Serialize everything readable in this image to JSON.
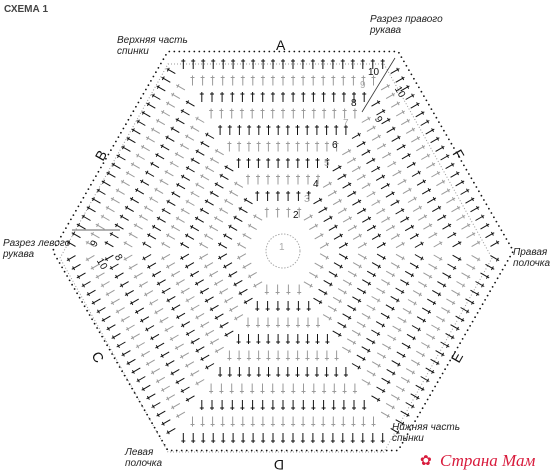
{
  "title": "СХЕМА 1",
  "edge_labels": [
    "A",
    "B",
    "C",
    "D",
    "E",
    "F"
  ],
  "annotations": {
    "top_back": "Верхняя часть спинки",
    "right_sleeve_cut": "Разрез правого рукава",
    "left_sleeve_cut": "Разрез левого рукава",
    "right_front": "Правая полочка",
    "left_front": "Левая полочка",
    "bottom_back": "Нижняя часть спинки"
  },
  "row_numbers": {
    "dark": [
      "2",
      "4",
      "6",
      "8",
      "10"
    ],
    "light": [
      "1",
      "3",
      "5",
      "7",
      "9"
    ]
  },
  "sleeve_marks": [
    "8",
    "9",
    "10"
  ],
  "watermark": "Страна Мам",
  "colors": {
    "dark_stitch": "#111111",
    "light_stitch": "#9a9a9a",
    "outline": "#777777",
    "watermark": "#d81b3c"
  }
}
